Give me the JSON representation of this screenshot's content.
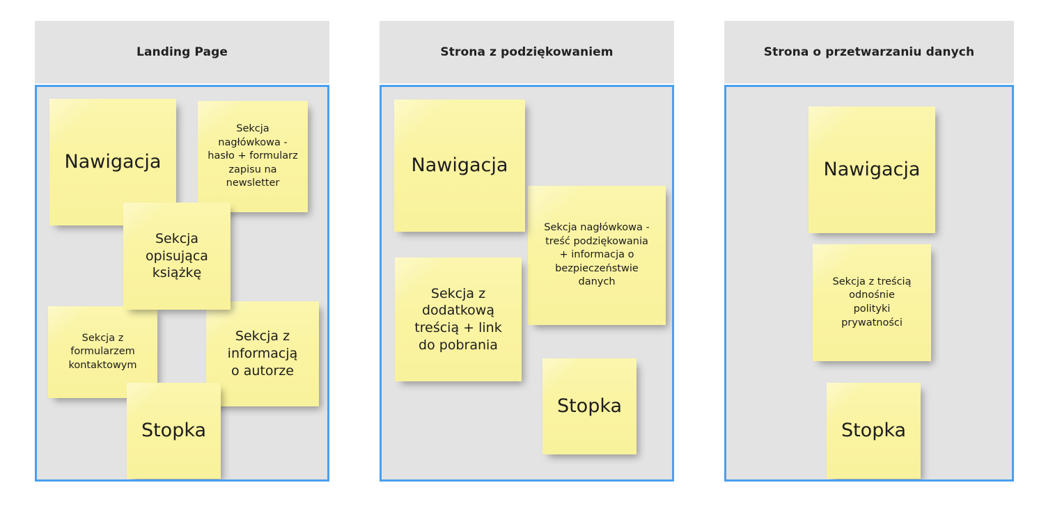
{
  "colors": {
    "page_background": "#ffffff",
    "panel_background": "#e3e3e3",
    "panel_border": "#4a9fee",
    "sticky_note": "#faf3a1",
    "text": "#1c1c1c"
  },
  "panels": [
    {
      "id": "landing-page",
      "title": "Landing Page",
      "notes": [
        {
          "id": "nawigacja",
          "text": "Nawigacja"
        },
        {
          "id": "sekcja-naglowkowa",
          "text": "Sekcja\nnagłówkowa -\nhasło + formularz\nzapisu na\nnewsletter"
        },
        {
          "id": "sekcja-opisujaca",
          "text": "Sekcja\nopisująca\nksiążkę"
        },
        {
          "id": "sekcja-formularz",
          "text": "Sekcja z\nformularzem\nkontaktowym"
        },
        {
          "id": "sekcja-autor",
          "text": "Sekcja z\ninformacją\no autorze"
        },
        {
          "id": "stopka",
          "text": "Stopka"
        }
      ]
    },
    {
      "id": "strona-z-podziekowaniem",
      "title": "Strona z podziękowaniem",
      "notes": [
        {
          "id": "nawigacja",
          "text": "Nawigacja"
        },
        {
          "id": "sekcja-naglowkowa",
          "text": "Sekcja nagłówkowa -\ntreść podziękowania\n+ informacja o\nbezpieczeństwie\ndanych"
        },
        {
          "id": "sekcja-dodatkowa",
          "text": "Sekcja z\ndodatkową\ntreścią + link\ndo pobrania"
        },
        {
          "id": "stopka",
          "text": "Stopka"
        }
      ]
    },
    {
      "id": "strona-o-przetwarzaniu-danych",
      "title": "Strona o przetwarzaniu danych",
      "notes": [
        {
          "id": "nawigacja",
          "text": "Nawigacja"
        },
        {
          "id": "sekcja-polityka",
          "text": "Sekcja z treścią\nodnośnie\npolityki\nprywatności"
        },
        {
          "id": "stopka",
          "text": "Stopka"
        }
      ]
    }
  ]
}
